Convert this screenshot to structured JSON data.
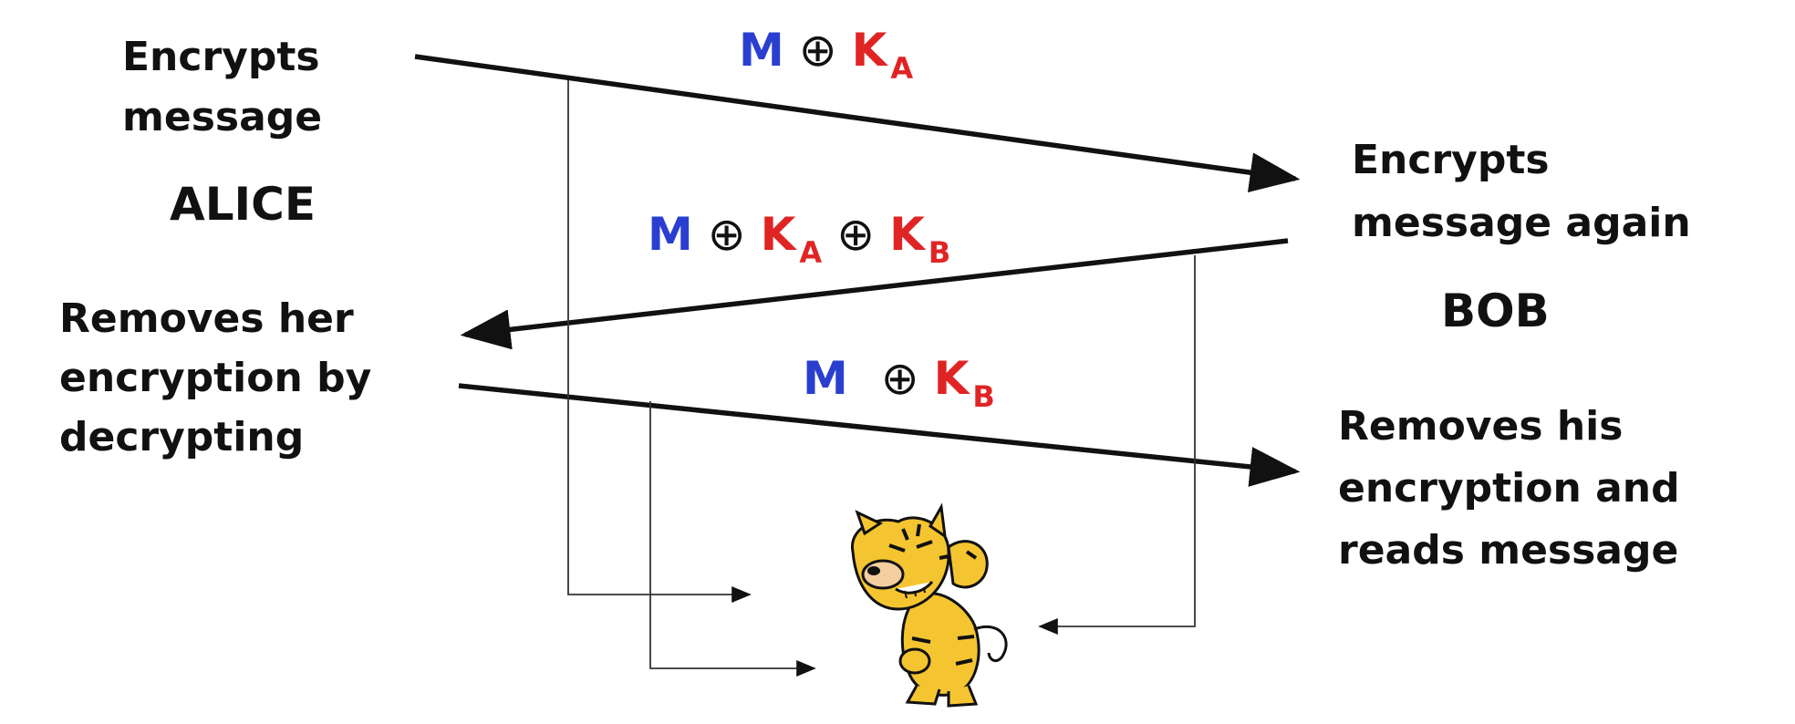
{
  "alice": {
    "step1": [
      "Encrypts",
      "message"
    ],
    "name": "ALICE",
    "step3": [
      "Removes her",
      "encryption by",
      "decrypting"
    ]
  },
  "bob": {
    "step2": [
      "Encrypts",
      "message again"
    ],
    "name": "BOB",
    "step4": [
      "Removes his",
      "encryption and",
      "reads message"
    ]
  },
  "messages": {
    "first": {
      "m": "M",
      "op": "⊕",
      "k": "K",
      "k_sub": "A"
    },
    "second": {
      "m": "M",
      "op1": "⊕",
      "ka": "K",
      "ka_sub": "A",
      "op2": "⊕",
      "kb": "K",
      "kb_sub": "B"
    },
    "third": {
      "m": "M",
      "op": "⊕",
      "k": "K",
      "k_sub": "B"
    }
  },
  "colors": {
    "message": "#2a3fd0",
    "key": "#e02424",
    "ink": "#111111",
    "tiger": "#f5c531"
  },
  "icons": {
    "eavesdropper": "tiger-eavesdropper-icon"
  }
}
